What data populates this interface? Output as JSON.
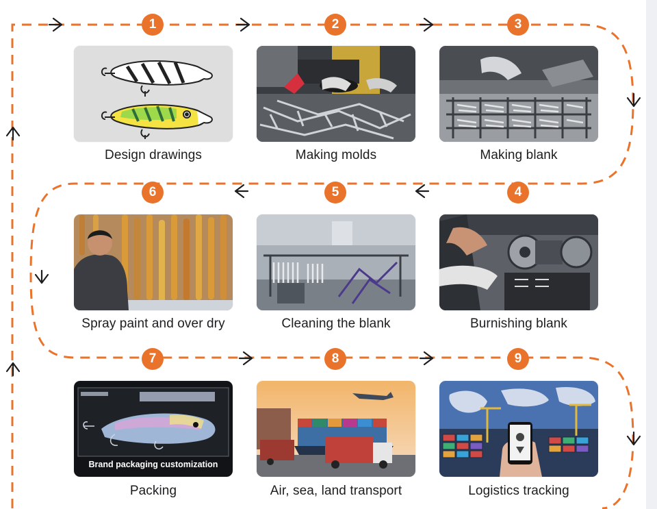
{
  "accent_color": "#e9732b",
  "steps": [
    {
      "number": "1",
      "label": "Design drawings"
    },
    {
      "number": "2",
      "label": "Making molds"
    },
    {
      "number": "3",
      "label": "Making blank"
    },
    {
      "number": "4",
      "label": "Burnishing blank"
    },
    {
      "number": "5",
      "label": "Cleaning the blank"
    },
    {
      "number": "6",
      "label": "Spray paint and over dry"
    },
    {
      "number": "7",
      "label": "Packing"
    },
    {
      "number": "8",
      "label": "Air, sea, land transport"
    },
    {
      "number": "9",
      "label": "Logistics tracking"
    }
  ],
  "packing_photo_text": "Brand packaging customization",
  "arrow_icons": [
    "arrow-right-icon",
    "arrow-left-icon",
    "arrow-down-icon",
    "arrow-up-icon"
  ]
}
